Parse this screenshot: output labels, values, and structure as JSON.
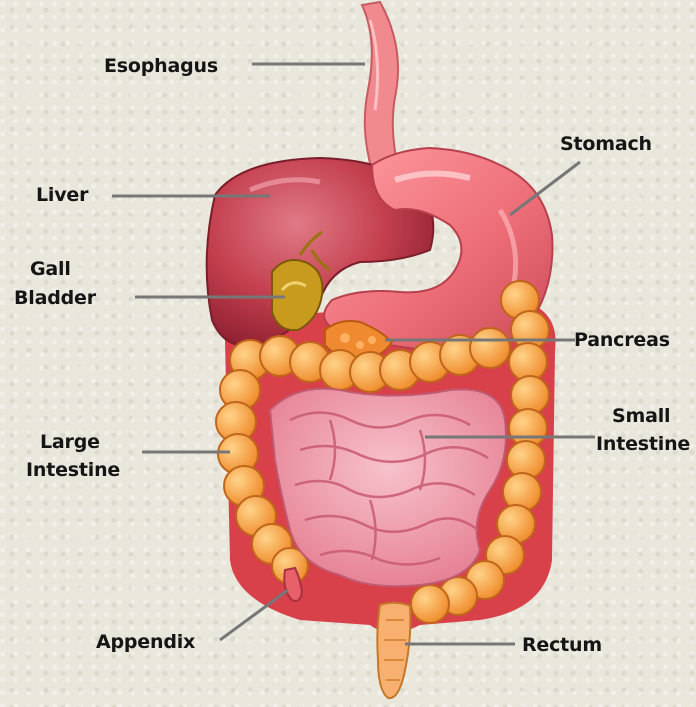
{
  "labels": {
    "esophagus": "Esophagus",
    "stomach": "Stomach",
    "liver": "Liver",
    "gall_line1": "Gall",
    "gall_line2": "Bladder",
    "pancreas": "Pancreas",
    "small_line1": "Small",
    "small_line2": "Intestine",
    "large_line1": "Large",
    "large_line2": "Intestine",
    "appendix": "Appendix",
    "rectum": "Rectum"
  },
  "colors": {
    "background": "#e9e7dc",
    "liver": "#c0404e",
    "stomach": "#ec7a82",
    "esophagus": "#f08a8e",
    "gall_bladder": "#c89a1e",
    "pancreas": "#f08a30",
    "large_intestine": "#f6a24a",
    "small_intestine": "#f2a3b0",
    "rectum": "#f7b070",
    "leader_line": "#777777",
    "label_text": "#151515"
  }
}
